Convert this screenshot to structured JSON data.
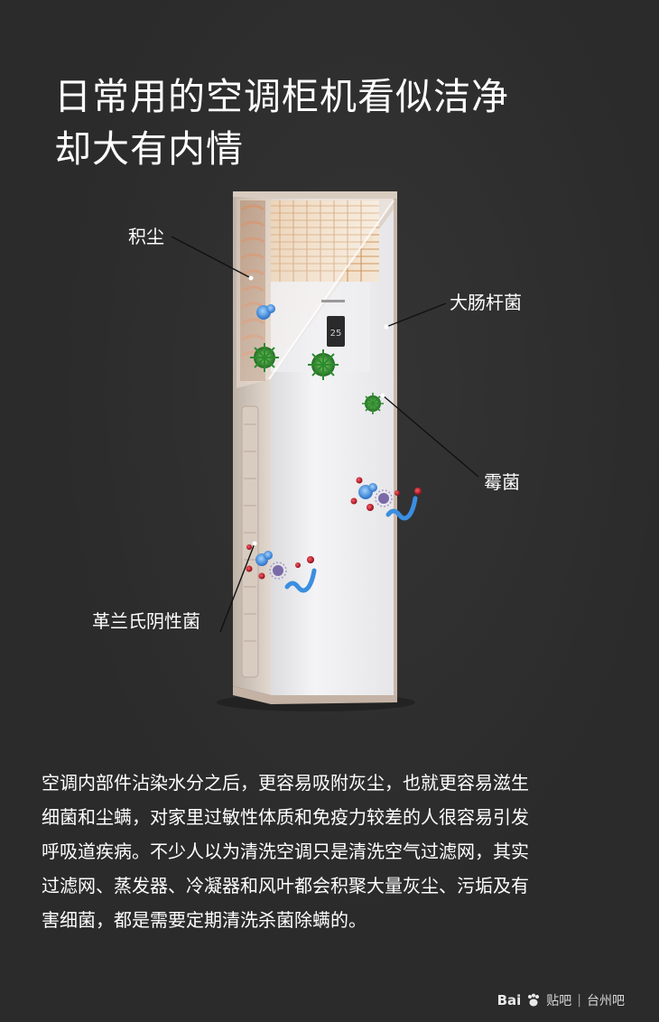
{
  "headline": {
    "line1": "日常用的空调柜机看似洁净",
    "line2": "却大有内情"
  },
  "labels": {
    "dust": "积尘",
    "ecoli": "大肠杆菌",
    "mold": "霉菌",
    "gram_negative": "革兰氏阴性菌"
  },
  "product": {
    "display_text": "25"
  },
  "description": {
    "lines": [
      "空调内部件沾染水分之后，更容易吸附灰尘，也就更容易滋生",
      "细菌和尘螨，对家里过敏性体质和免疫力较差的人很容易引发",
      "呼吸道疾病。不少人以为清洗空调只是清洗空气过滤网，其实",
      "过滤网、蒸发器、冷凝器和风叶都会积聚大量灰尘、污垢及有",
      "害细菌，都是需要定期清洗杀菌除螨的。"
    ]
  },
  "watermark": {
    "brand_left": "Bai",
    "brand_right": "贴吧",
    "separator": "|",
    "forum": "台州吧"
  },
  "colors": {
    "background": "#2b2b2b",
    "unit_body": "#f3f3f5",
    "unit_frame": "#c9b8aa",
    "copper": "#c7835a",
    "germ_green": "#2e8b2e",
    "germ_blue": "#3b8ee0",
    "germ_red": "#c0182a",
    "germ_purple": "#7a6aa8"
  }
}
